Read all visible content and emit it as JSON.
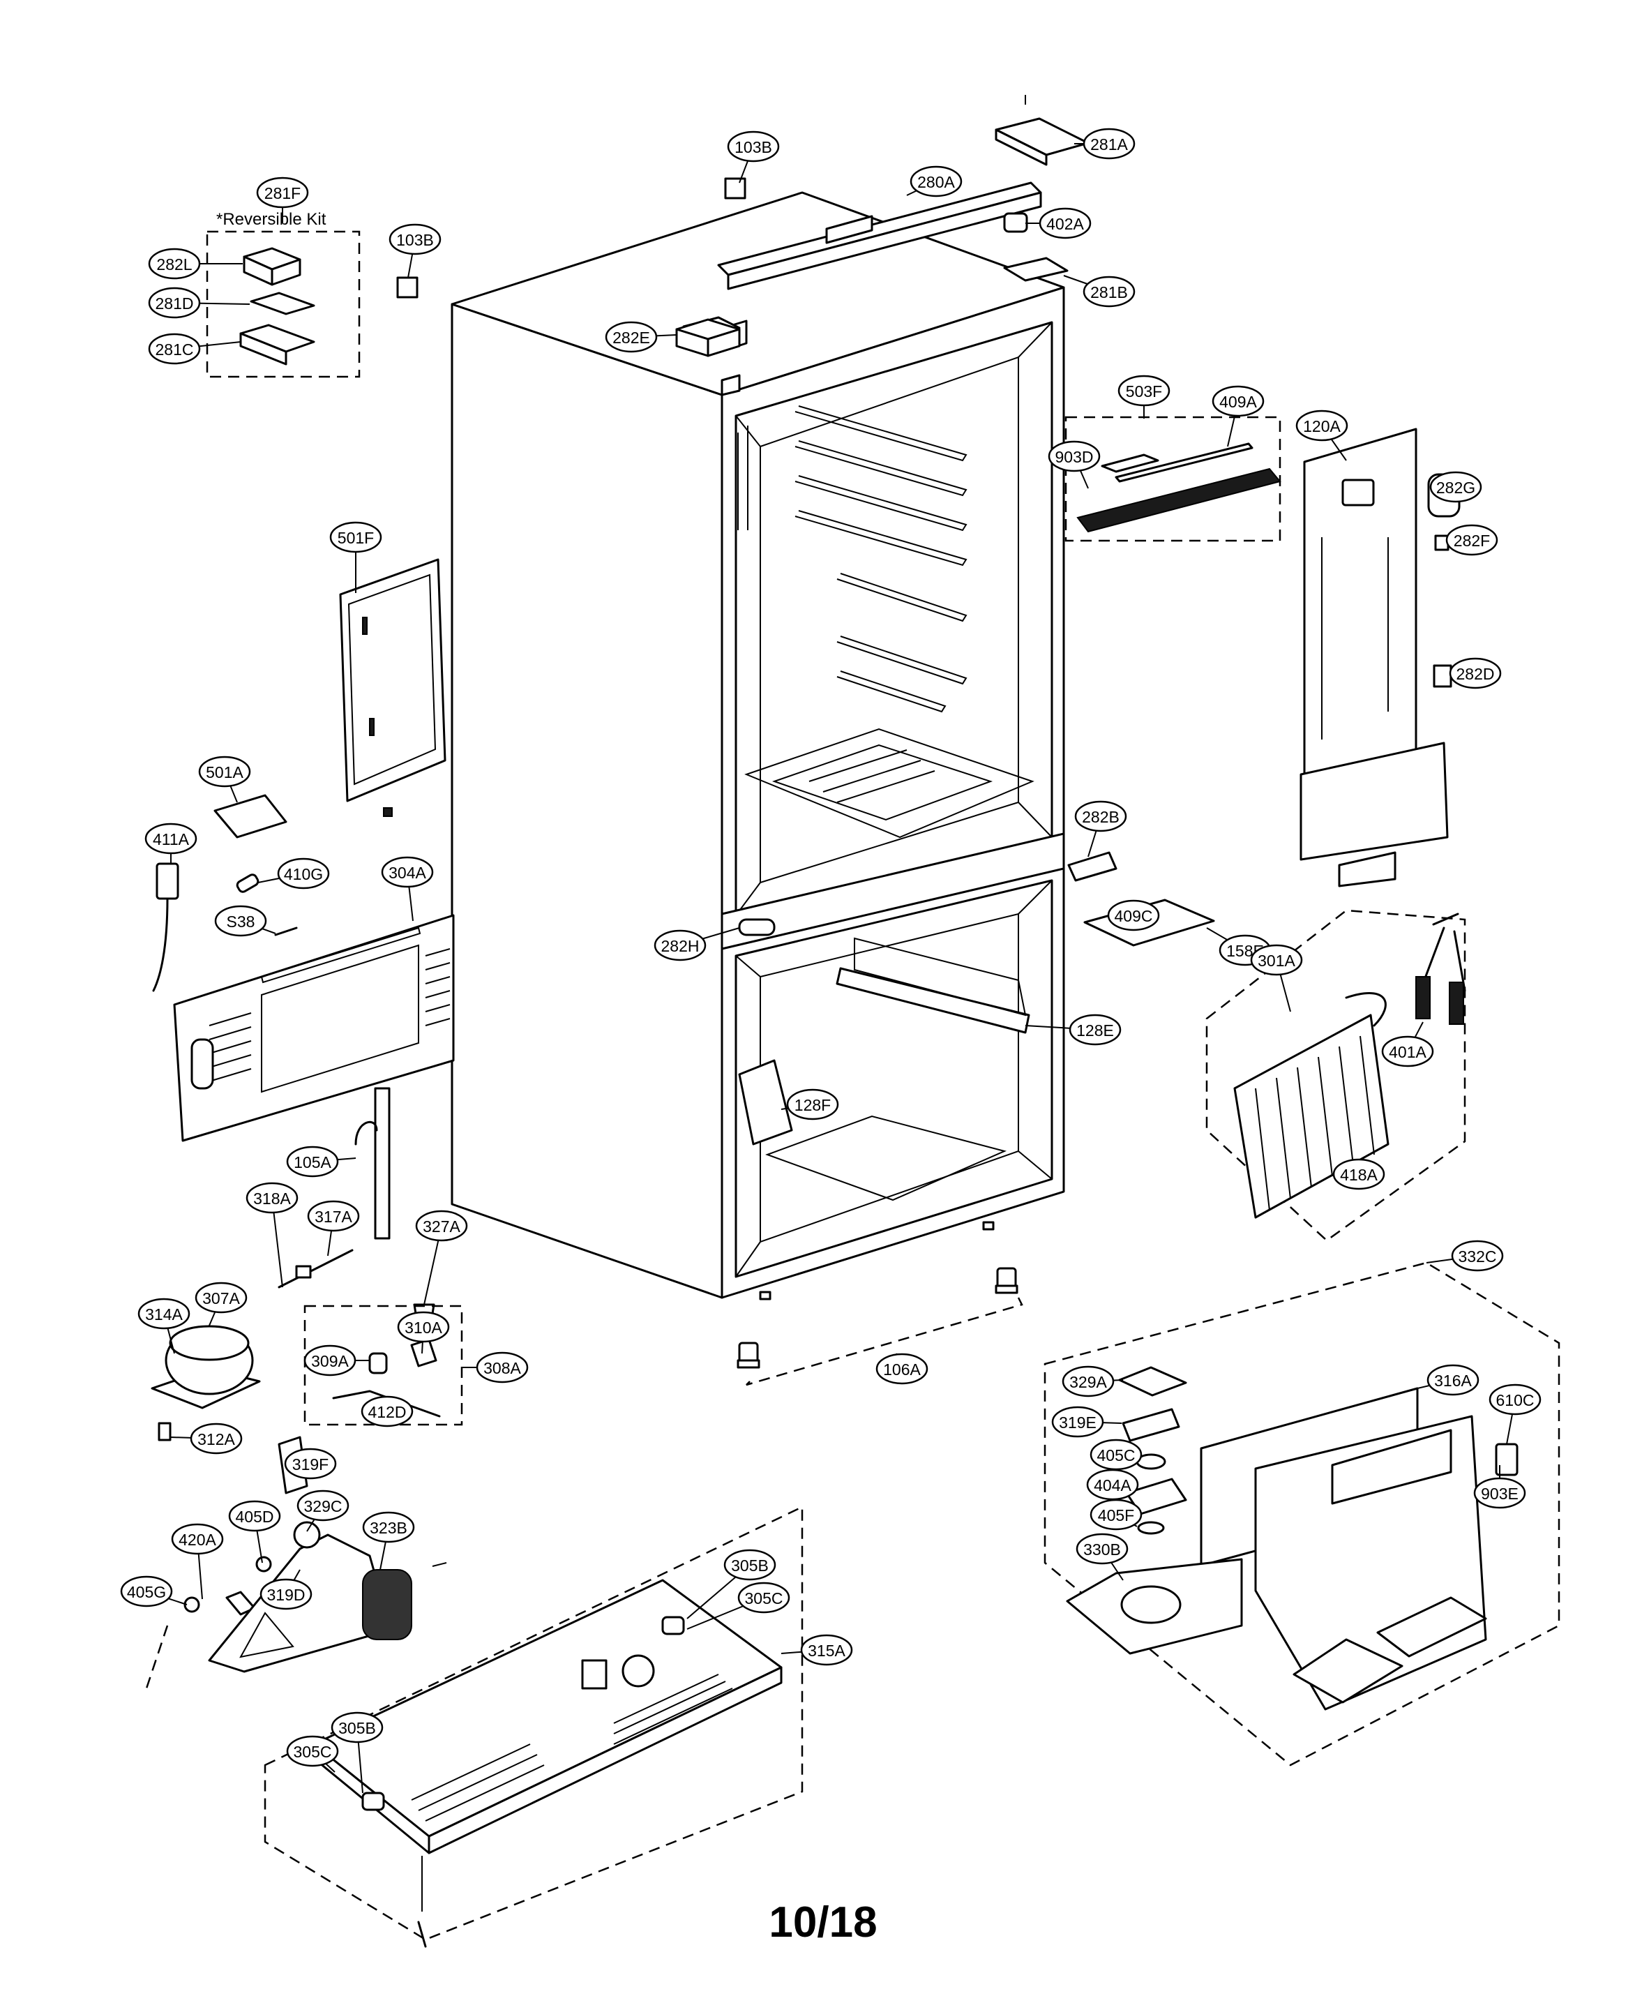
{
  "diagram": {
    "kit_label": "*Reversible Kit",
    "page_number": "10/18",
    "callouts": [
      "103B",
      "281A",
      "280A",
      "281F",
      "402A",
      "103B",
      "282L",
      "281B",
      "281D",
      "282E",
      "281C",
      "503F",
      "409A",
      "120A",
      "903D",
      "282G",
      "282F",
      "501F",
      "282D",
      "501A",
      "282B",
      "411A",
      "410G",
      "304A",
      "409C",
      "158E",
      "S38",
      "282H",
      "301A",
      "128E",
      "401A",
      "128F",
      "105A",
      "418A",
      "318A",
      "317A",
      "327A",
      "332C",
      "314A",
      "307A",
      "310A",
      "309A",
      "308A",
      "106A",
      "329A",
      "316A",
      "412D",
      "319E",
      "610C",
      "312A",
      "405C",
      "319F",
      "404A",
      "903E",
      "405D",
      "329C",
      "323B",
      "405F",
      "420A",
      "330B",
      "305B",
      "405G",
      "319D",
      "305C",
      "315A",
      "305B",
      "305C"
    ]
  }
}
